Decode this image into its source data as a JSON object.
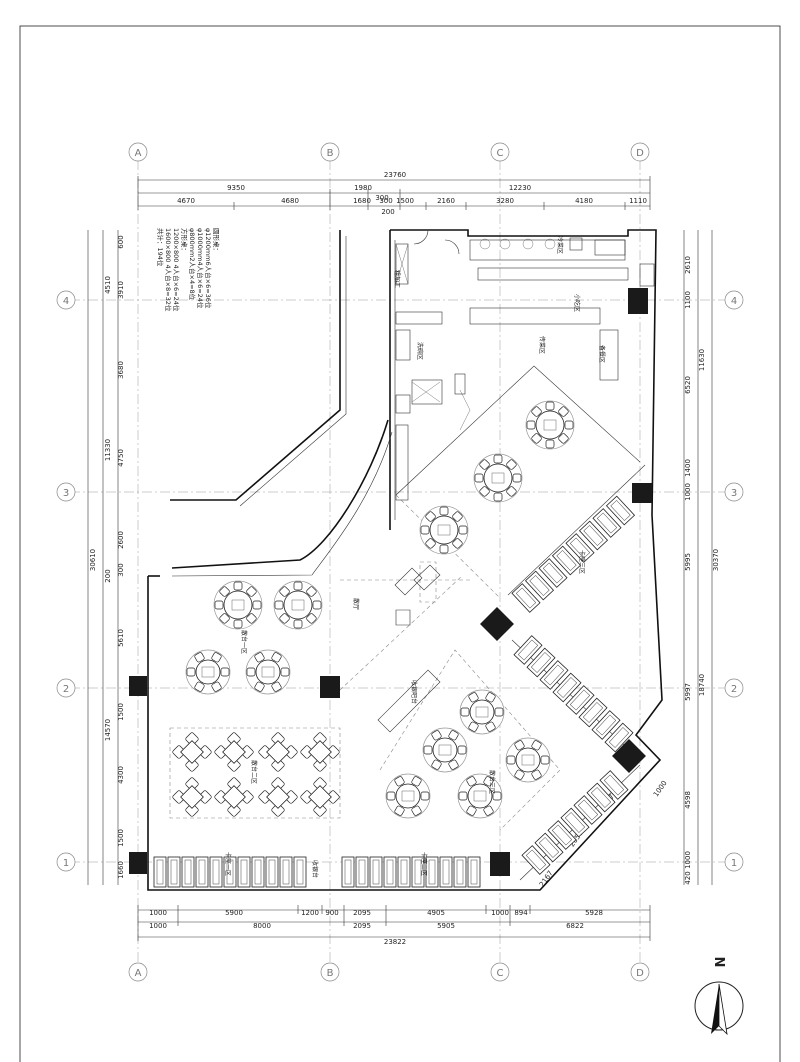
{
  "drawing": {
    "axes_letters": [
      "A",
      "B",
      "C",
      "D"
    ],
    "axes_numbers": [
      "4",
      "3",
      "2",
      "1"
    ],
    "north_label": "N"
  },
  "dims_top": {
    "overall": "23760",
    "row2": [
      "9350",
      "1980",
      "12230"
    ],
    "row2b": [
      "300"
    ],
    "row3": [
      "4670",
      "4680",
      "1680",
      "300",
      "1500",
      "2160",
      "3280",
      "4180",
      "1110"
    ],
    "row3b": [
      "200"
    ]
  },
  "dims_bottom": {
    "row1": [
      "1000",
      "5900",
      "1200",
      "900",
      "2095",
      "4905",
      "1000",
      "894",
      "5928"
    ],
    "row2": [
      "1000",
      "8000",
      "2095",
      "5905",
      "6822"
    ],
    "overall": "23822"
  },
  "dims_left": {
    "outer": [
      "30610"
    ],
    "mid": [
      "11330",
      "14570"
    ],
    "inner": [
      "600",
      "4510",
      "3910",
      "3680",
      "4750",
      "2600",
      "300",
      "200",
      "5610",
      "1500",
      "4300",
      "1500",
      "1660"
    ]
  },
  "dims_right": {
    "outer": [
      "30370"
    ],
    "mid": [
      "11630",
      "18740"
    ],
    "inner": [
      "2610",
      "1100",
      "6520",
      "1400",
      "1000",
      "5995",
      "5997",
      "4598",
      "1000",
      "420"
    ],
    "diag": [
      "1000",
      "2276",
      "2050",
      "2167"
    ]
  },
  "notes": {
    "lines": [
      "圆形桌：",
      "φ1200mm6人台×6=36位",
      "φ1000mm4人台×6=24位",
      "φ800mm2人台×4=8位",
      "方形桌：",
      "1200×800 4人台×6=24位",
      "1600×800 4人台×8=32位",
      "共计：194位"
    ]
  },
  "labels": {
    "hall": "散厅",
    "area1": "散台一区",
    "area2": "散台二区",
    "area3": "散台三区",
    "bar": "收银吧台",
    "kitchen_prep": "粗加工",
    "pass": "传菜区",
    "booth1": "卡座一区",
    "booth2": "卡座二区",
    "booth3": "卡座三区",
    "pos": "收银台",
    "wash": "洗碗区",
    "cold": "冷菜区",
    "snack": "小吃区",
    "store": "备餐区"
  }
}
